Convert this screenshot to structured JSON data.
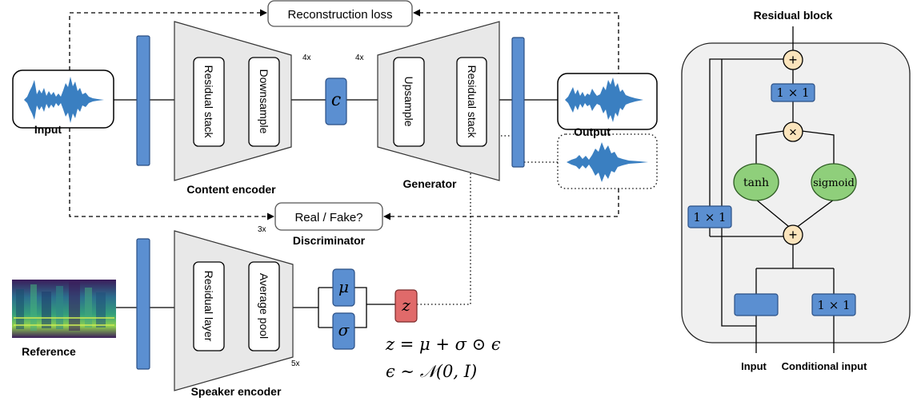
{
  "labels": {
    "reconstruction_loss": "Reconstruction loss",
    "real_fake": "Real / Fake?",
    "discriminator": "Discriminator",
    "content_encoder": "Content encoder",
    "generator": "Generator",
    "speaker_encoder": "Speaker encoder",
    "input": "Input",
    "output": "Output",
    "reference": "Reference",
    "residual_block_title": "Residual block"
  },
  "blocks": {
    "residual_stack": "Residual stack",
    "downsample": "Downsample",
    "upsample": "Upsample",
    "residual_stack_gen": "Residual stack",
    "residual_layer": "Residual layer",
    "average_pool": "Average pool"
  },
  "multipliers": {
    "content_encoder": "4x",
    "generator": "4x",
    "discriminator": "3x",
    "speaker_encoder": "5x"
  },
  "symbols": {
    "c": "c",
    "mu": "μ",
    "sigma": "σ",
    "z": "z"
  },
  "equations": {
    "line1": "z = μ + σ ⊙ ϵ",
    "line2": "ϵ ∼ 𝒩(0, I)"
  },
  "residual_block": {
    "conv_top": "1 × 1",
    "conv_left": "1 × 1",
    "conv_cond": "1 × 1",
    "tanh": "tanh",
    "sigmoid": "sigmoid",
    "input_label": "Input",
    "conditional_input_label": "Conditional input"
  },
  "colors": {
    "blue_fill": "#5b8fd1",
    "blue_stroke": "#2a4f85",
    "red_fill": "#e06a6a",
    "green_fill": "#8fcf7b",
    "yellow_fill": "#fbe4bc",
    "panel_fill": "#f0f0f0",
    "trapezoid_fill": "#e8e8e8",
    "waveform": "#3a7fc1"
  }
}
